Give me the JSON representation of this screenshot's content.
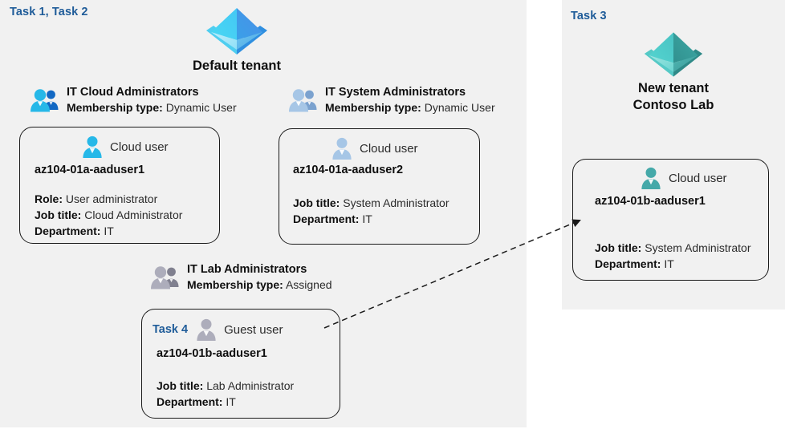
{
  "panels": {
    "left": {
      "task_label": "Task 1, Task 2"
    },
    "right": {
      "task_label": "Task 3"
    }
  },
  "tenants": [
    {
      "id": "default-tenant",
      "icon": "azure-ad-tenant-icon",
      "line1": "Default tenant",
      "line2": "",
      "color": "#3aa0f0"
    },
    {
      "id": "new-tenant",
      "icon": "azure-ad-tenant-icon",
      "line1": "New  tenant",
      "line2": "Contoso Lab",
      "color": "#3fb6b6"
    }
  ],
  "groups": [
    {
      "id": "it-cloud-administrators",
      "icon": "group-users-icon",
      "name": "IT Cloud Administrators",
      "membership_key": "Membership type:",
      "membership_value": "Dynamic User",
      "color": "#29b6e8"
    },
    {
      "id": "it-system-administrators",
      "icon": "group-users-icon",
      "name": "IT System Administrators",
      "membership_key": "Membership type:",
      "membership_value": "Dynamic User",
      "color": "#9dbcdf"
    },
    {
      "id": "it-lab-administrators",
      "icon": "group-users-icon",
      "name": "IT Lab Administrators",
      "membership_key": "Membership type:",
      "membership_value": "Assigned",
      "color": "#a6a6b4"
    }
  ],
  "cards": [
    {
      "id": "az104-01a-aaduser1",
      "task": "",
      "user_icon": "cloud-user-icon",
      "user_type": "Cloud user",
      "upn": "az104-01a-aaduser1",
      "props": [
        {
          "key": "Role:",
          "value": "User administrator"
        },
        {
          "key": "Job title:",
          "value": "Cloud Administrator"
        },
        {
          "key": "Department:",
          "value": "IT"
        }
      ],
      "color": "#29b6e8"
    },
    {
      "id": "az104-01a-aaduser2",
      "task": "",
      "user_icon": "cloud-user-icon",
      "user_type": "Cloud user",
      "upn": "az104-01a-aaduser2",
      "props": [
        {
          "key": "Job title:",
          "value": "System Administrator"
        },
        {
          "key": "Department:",
          "value": "IT"
        }
      ],
      "color": "#9dbcdf"
    },
    {
      "id": "az104-01b-aaduser1-guest",
      "task": "Task 4",
      "user_icon": "guest-user-icon",
      "user_type": "Guest user",
      "upn": "az104-01b-aaduser1",
      "props": [
        {
          "key": "Job title:",
          "value": "Lab Administrator"
        },
        {
          "key": "Department:",
          "value": "IT"
        }
      ],
      "color": "#a6a6b4"
    },
    {
      "id": "az104-01b-aaduser1-cloud",
      "task": "",
      "user_icon": "cloud-user-icon",
      "user_type": "Cloud user",
      "upn": "az104-01b-aaduser1",
      "props": [
        {
          "key": "Job title:",
          "value": "System Administrator"
        },
        {
          "key": "Department:",
          "value": "IT"
        }
      ],
      "color": "#45a9a9"
    }
  ],
  "connector": {
    "id": "guest-invite-arrow",
    "style": "dashed-arrow"
  },
  "colors": {
    "panel_background": "#f1f1f1",
    "page_background": "#ffffff",
    "task_label": "#1f5c99",
    "card_border": "#1a1a1a",
    "text_primary": "#0f0f0f",
    "text_secondary": "#2b2b2b"
  }
}
